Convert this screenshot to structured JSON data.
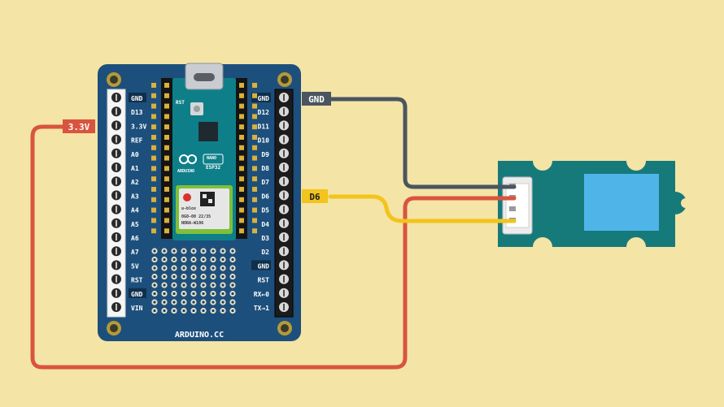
{
  "colors": {
    "background": "#f4e4a6",
    "board": "#1d4f7c",
    "board_dark": "#16405f",
    "wire_gnd": "#4a5560",
    "wire_3v3": "#d9543f",
    "wire_d6": "#f2c41c",
    "sensor_board": "#177a7a",
    "sensor_window": "#4fb5e8",
    "connector": "#ececec",
    "terminal_white": "#f6f6f6",
    "terminal_black": "#1b1b1b",
    "pin_gold": "#d9b13c",
    "module_green": "#7fbf3a"
  },
  "wire_labels": {
    "gnd": "GND",
    "v33": "3.3V",
    "d6": "D6"
  },
  "left_pins": [
    "GND",
    "D13",
    "3.3V",
    "REF",
    "A0",
    "A1",
    "A2",
    "A3",
    "A4",
    "A5",
    "A6",
    "A7",
    "5V",
    "RST",
    "GND",
    "VIN"
  ],
  "right_pins": [
    "GND",
    "D12",
    "D11",
    "D10",
    "D9",
    "D8",
    "D7",
    "D6",
    "D5",
    "D4",
    "D3",
    "D2",
    "GND",
    "RST",
    "RX←0",
    "TX→1"
  ],
  "board_url": "ARDUINO.CC",
  "nano": {
    "brand": "ARDUINO",
    "model": "NANO",
    "variant": "ESP32",
    "rst_label": "RST",
    "module_brand": "u-blox",
    "module_line1": "0G0-00 22/35",
    "module_line2": "NORA-W106"
  }
}
